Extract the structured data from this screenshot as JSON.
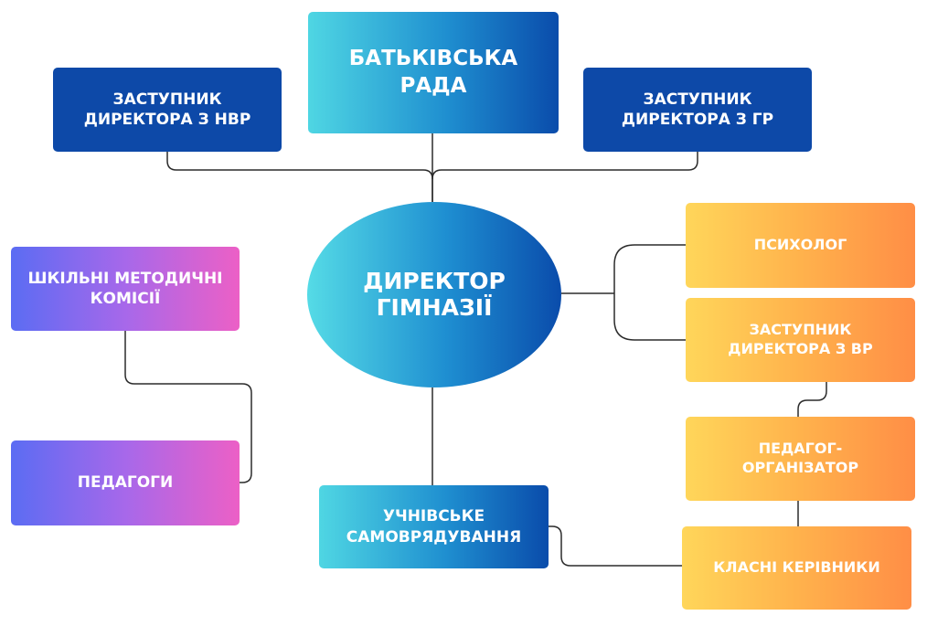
{
  "nodes": {
    "parents_council": "БАТЬКІВСЬКА\nРАДА",
    "deputy_nvr": "ЗАСТУПНИК\nДИРЕКТОРА З НВР",
    "deputy_gr": "ЗАСТУПНИК\nДИРЕКТОРА З ГР",
    "director": "ДИРЕКТОР\nГІМНАЗІЇ",
    "method_commissions": "ШКІЛЬНІ МЕТОДИЧНІ\nКОМІСІЇ",
    "teachers": "ПЕДАГОГИ",
    "student_government": "УЧНІВСЬКЕ\nСАМОВРЯДУВАННЯ",
    "psychologist": "ПСИХОЛОГ",
    "deputy_vr": "ЗАСТУПНИК\nДИРЕКТОРА З ВР",
    "pedagogue_organizer": "ПЕДАГОГ-\nОРГАНІЗАТОР",
    "class_teachers": "КЛАСНІ КЕРІВНИКИ"
  },
  "colors": {
    "navy": "#0d49a8",
    "teal_start": "#4fd6e3",
    "teal_end": "#0a4cab",
    "purple_start": "#5b6cf3",
    "purple_end": "#ec60c6",
    "orange_start": "#ffd65a",
    "orange_end": "#ff8e46",
    "connector": "#2b2b2b"
  }
}
